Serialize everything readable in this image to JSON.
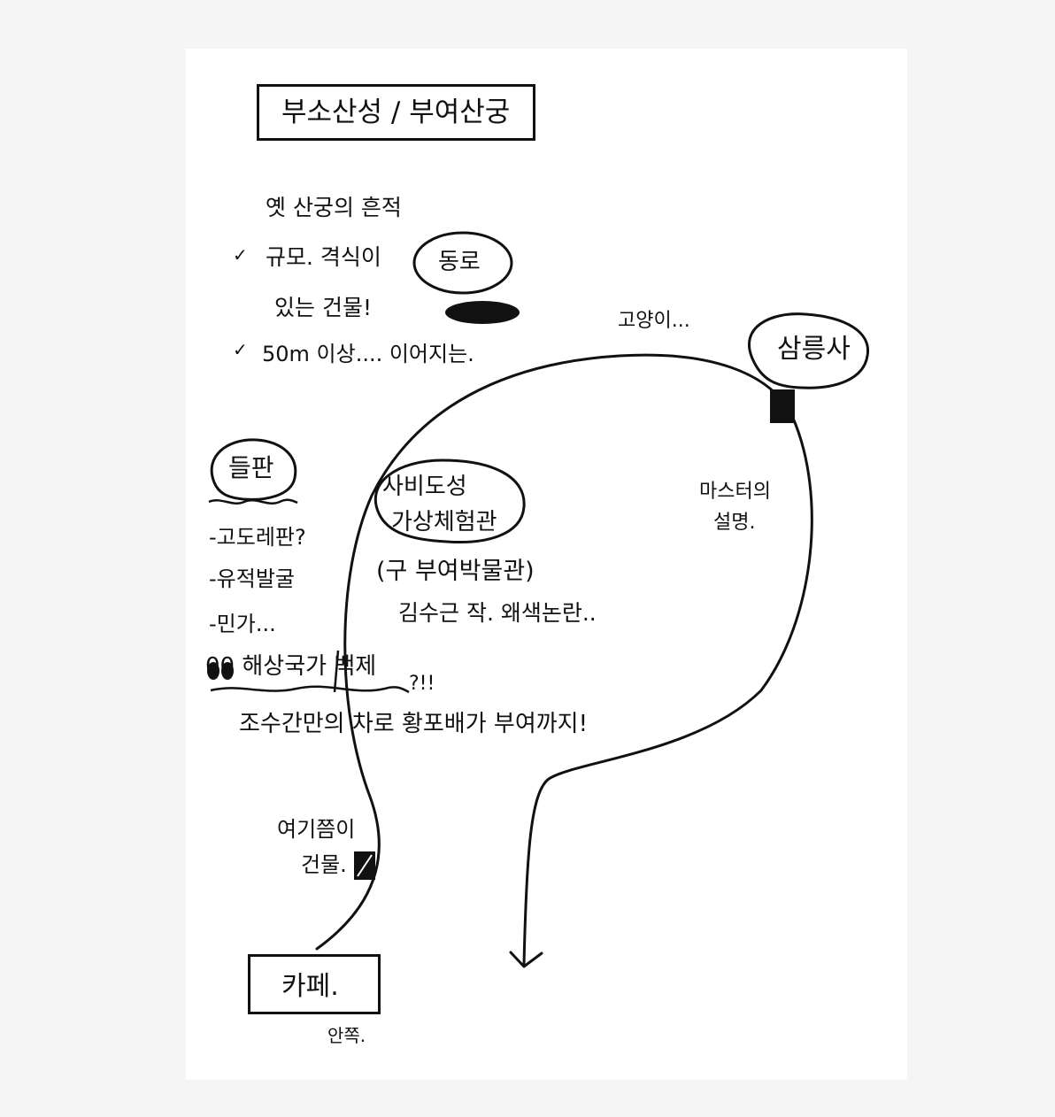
{
  "title": "부소산성 / 부여산궁",
  "notes": {
    "line1": "옛 산궁의 흔적",
    "line2": "규모. 격식이",
    "line3": "있는 건물!",
    "line4": "50m 이상.... 이어지는."
  },
  "bubble_dongro": "동로",
  "cat": "고양이...",
  "sangjoksa": "삼릉사",
  "master": {
    "line1": "마스터의",
    "line2": "설명."
  },
  "deulpan": "들판",
  "deulpan_list": [
    "-고도레판?",
    "-유적발굴",
    "-민가..."
  ],
  "haesang": "00 해상국가 백제",
  "exclaim": "?!!",
  "jinsun": "조수간만의 차로 황포배가 부여까지!",
  "sabi": {
    "line1": "사비도성",
    "line2": "가상체험관"
  },
  "old_museum": "(구 부여박물관)",
  "kim": "김수근 작. 왜색논란..",
  "yeogi": {
    "line1": "여기쯤이",
    "line2": "건물."
  },
  "cafe": "카페.",
  "bottom": "안쪽."
}
